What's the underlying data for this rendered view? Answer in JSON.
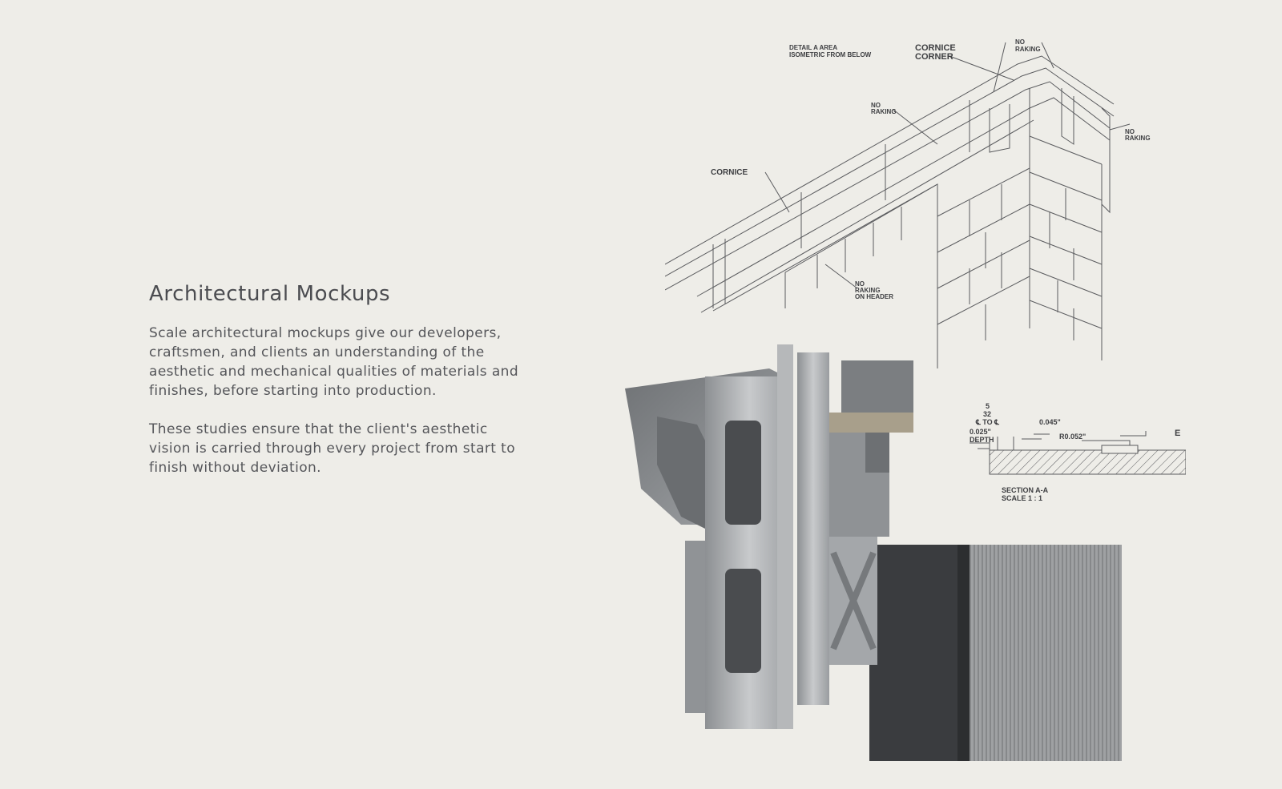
{
  "content": {
    "heading": "Architectural Mockups",
    "paragraphs": [
      "Scale architectural mockups give our developers, craftsmen, and clients an understanding of the aesthetic and mechanical qualities of materials and finishes, before starting into production.",
      "These studies ensure that the client's aesthetic vision is carried through every project from start to finish without deviation."
    ]
  },
  "drawing": {
    "detail_line1": "DETAIL A AREA",
    "detail_line2": "ISOMETRIC FROM BELOW",
    "cornice_corner_1": "CORNICE",
    "cornice_corner_2": "CORNER",
    "no": "NO",
    "raking": "RAKING",
    "cornice": "CORNICE",
    "on_header": "ON HEADER"
  },
  "section": {
    "frac_top": "5",
    "frac_bottom": "32",
    "cl_to_cl": "℄ TO ℄",
    "dim_045": "0.045\"",
    "dim_025": "0.025\"",
    "depth": "DEPTH",
    "radius": "R0.052\"",
    "letter_e": "E",
    "title": "SECTION A-A",
    "scale": "SCALE 1 : 1"
  },
  "colors": {
    "background": "#eeede8",
    "text": "#4a4b4f",
    "line": "#3e3f42",
    "metal": "#b9bbbd",
    "dark_panel": "#3a3c3f"
  }
}
